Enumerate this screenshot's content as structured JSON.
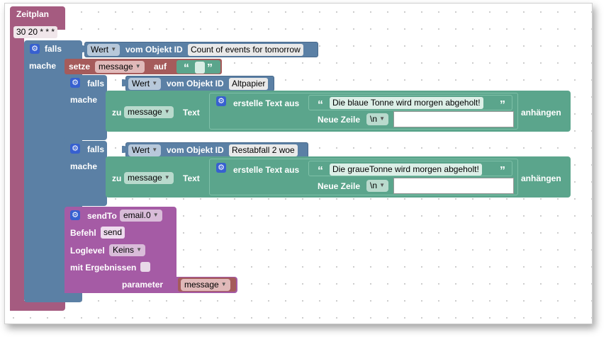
{
  "trigger": {
    "label": "Zeitplan",
    "cron": "30 20 * * *"
  },
  "if_main": {
    "falls_label": "falls",
    "mache_label": "mache",
    "value_dropdown": "Wert",
    "object_label": "vom Objekt ID",
    "object_id": "Count of events for tomorrow"
  },
  "set_block": {
    "setze_label": "setze",
    "variable": "message",
    "auf_label": "auf",
    "open_quote": "“",
    "close_quote": "”"
  },
  "if_blocks": [
    {
      "falls_label": "falls",
      "mache_label": "mache",
      "value_dropdown": "Wert",
      "object_label": "vom Objekt ID",
      "object_id": "Altpapier",
      "append": {
        "zu_label": "zu",
        "variable": "message",
        "text_label": "Text",
        "erstelle_label": "erstelle Text aus",
        "text_value": "Die blaue Tonne wird morgen abgeholt!",
        "neue_zeile_label": "Neue Zeile",
        "newline_value": "\\n",
        "anhaengen_label": "anhängen"
      }
    },
    {
      "falls_label": "falls",
      "mache_label": "mache",
      "value_dropdown": "Wert",
      "object_label": "vom Objekt ID",
      "object_id": "Restabfall 2 woe",
      "append": {
        "zu_label": "zu",
        "variable": "message",
        "text_label": "Text",
        "erstelle_label": "erstelle Text aus",
        "text_value": "Die graueTonne wird morgen abgeholt!",
        "neue_zeile_label": "Neue Zeile",
        "newline_value": "\\n",
        "anhaengen_label": "anhängen"
      }
    }
  ],
  "sendto": {
    "label": "sendTo",
    "instance": "email.0",
    "befehl_label": "Befehl",
    "befehl_value": "send",
    "loglevel_label": "Loglevel",
    "loglevel_value": "Keins",
    "mit_ergebnissen_label": "mit Ergebnissen",
    "parameter_label": "parameter",
    "parameter_value": "message"
  },
  "colors": {
    "event_block": "#a55b80",
    "logic_block": "#5b80a5",
    "text_block": "#5ba58c",
    "sendto_block": "#a55ba5",
    "variable_block": "#a55b5b",
    "gear": "#3760d0"
  }
}
